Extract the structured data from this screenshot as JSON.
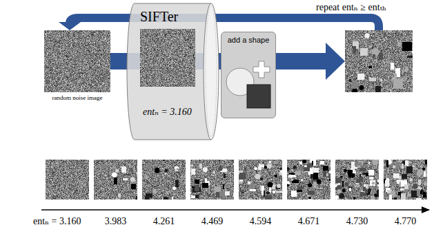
{
  "diagram": {
    "nodes": [
      {
        "text": [
          "random noise image"
        ]
      },
      {
        "text": [
          "SIFTer",
          "entₙ = 3.160"
        ]
      },
      {
        "text": [
          "add a shape"
        ]
      }
    ],
    "edges": [
      {
        "from": 0,
        "to": 1,
        "arrow": "none"
      },
      {
        "from": 1,
        "to": 2,
        "arrow": "none"
      }
    ],
    "labels": [
      "repeat entₙ ≥ entₜₕ",
      "entₙ = 3.160",
      "3.983",
      "4.261",
      "4.469",
      "4.594",
      "4.671",
      "4.730",
      "4.770"
    ]
  }
}
